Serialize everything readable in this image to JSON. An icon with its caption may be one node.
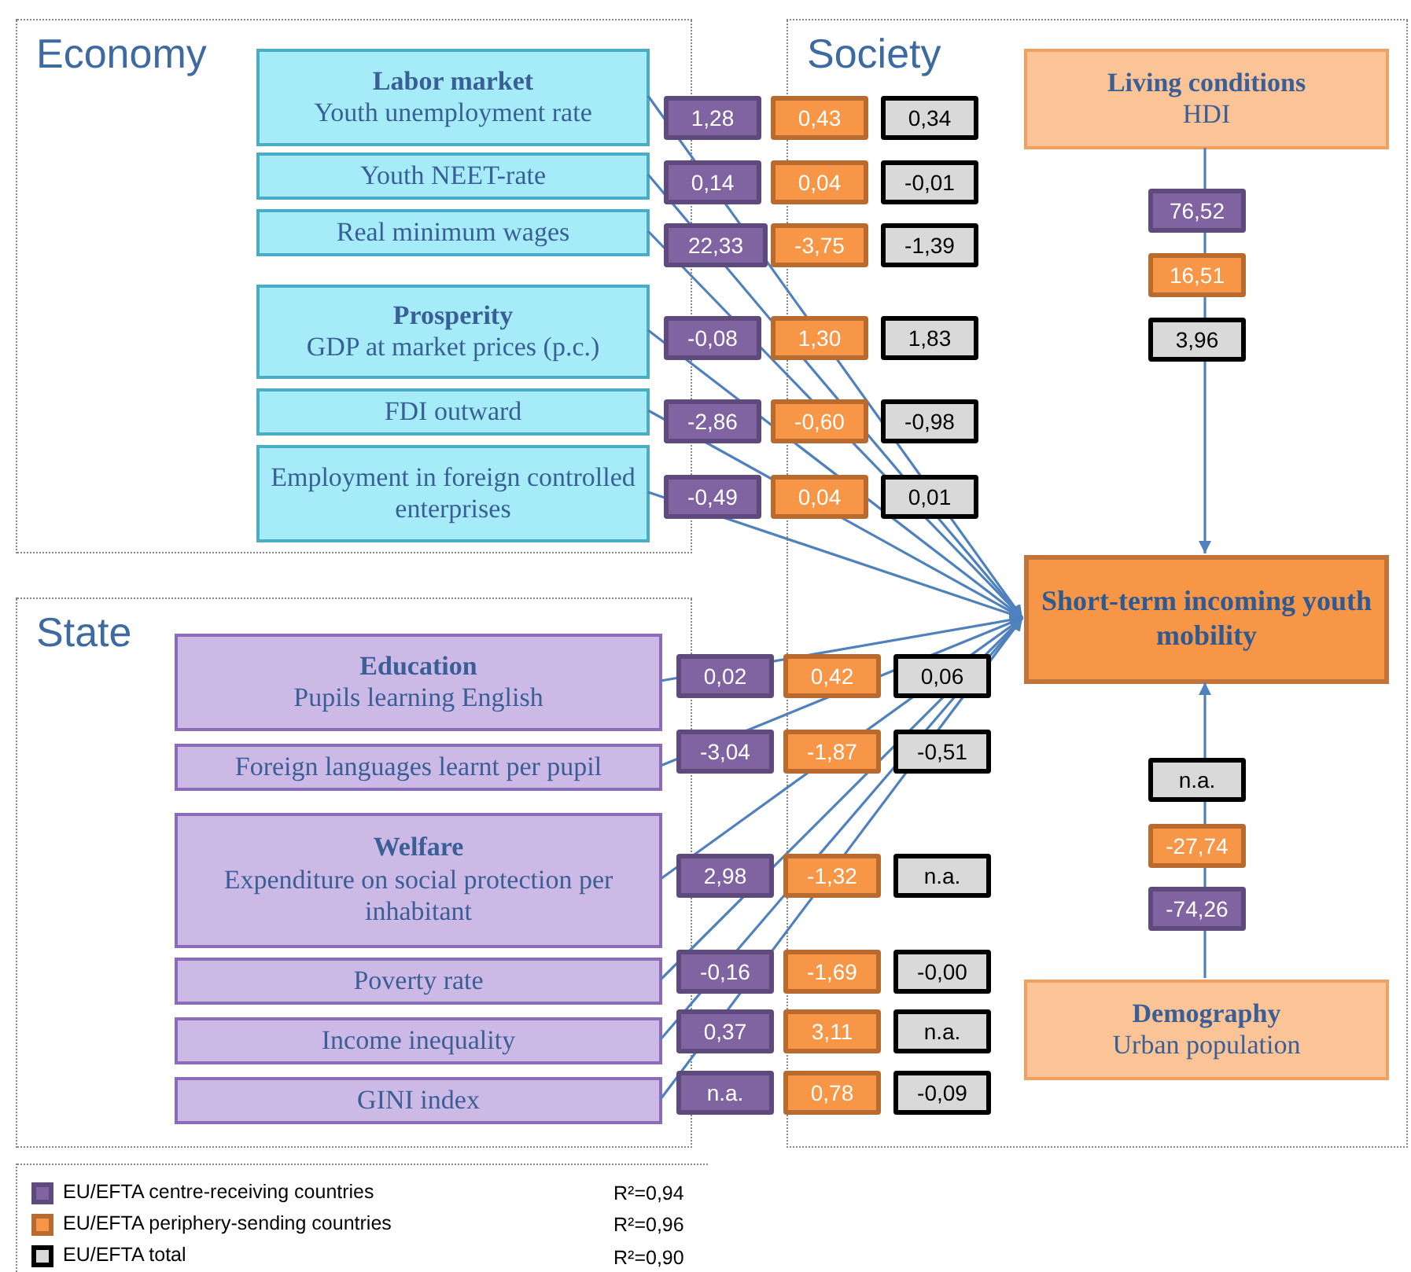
{
  "diagram": {
    "nodes": [
      {
        "text": [
          "Economy"
        ]
      },
      {
        "text": [
          "Society"
        ]
      },
      {
        "text": [
          "State"
        ]
      },
      {
        "text": [
          "Labor market",
          "Youth unemployment rate"
        ],
        "in": 0
      },
      {
        "text": [
          "Youth NEET-rate"
        ],
        "in": 0
      },
      {
        "text": [
          "Real minimum wages"
        ],
        "in": 0
      },
      {
        "text": [
          "Prosperity",
          "GDP at market prices (p.c.)"
        ],
        "in": 0
      },
      {
        "text": [
          "FDI outward"
        ],
        "in": 0
      },
      {
        "text": [
          "Employment in foreign controlled enterprises"
        ],
        "in": 0
      },
      {
        "text": [
          "Education",
          "Pupils learning English"
        ],
        "in": 2
      },
      {
        "text": [
          "Foreign languages learnt per pupil"
        ],
        "in": 2
      },
      {
        "text": [
          "Welfare",
          "Expenditure on social protection per inhabitant"
        ],
        "in": 2
      },
      {
        "text": [
          "Poverty rate"
        ],
        "in": 2
      },
      {
        "text": [
          "Income inequality"
        ],
        "in": 2
      },
      {
        "text": [
          "GINI index"
        ],
        "in": 2
      },
      {
        "text": [
          "Living conditions",
          "HDI"
        ],
        "in": 1
      },
      {
        "text": [
          "Short-term incoming youth mobility"
        ],
        "in": 1
      },
      {
        "text": [
          "Demography",
          "Urban population"
        ],
        "in": 1
      }
    ],
    "edges": [
      {
        "from": 3,
        "to": 16,
        "arrow": "to"
      },
      {
        "from": 4,
        "to": 16,
        "arrow": "to"
      },
      {
        "from": 5,
        "to": 16,
        "arrow": "to"
      },
      {
        "from": 6,
        "to": 16,
        "arrow": "to"
      },
      {
        "from": 7,
        "to": 16,
        "arrow": "to"
      },
      {
        "from": 8,
        "to": 16,
        "arrow": "to"
      },
      {
        "from": 9,
        "to": 16,
        "arrow": "to"
      },
      {
        "from": 10,
        "to": 16,
        "arrow": "to"
      },
      {
        "from": 11,
        "to": 16,
        "arrow": "to"
      },
      {
        "from": 12,
        "to": 16,
        "arrow": "to"
      },
      {
        "from": 13,
        "to": 16,
        "arrow": "to"
      },
      {
        "from": 14,
        "to": 16,
        "arrow": "to"
      },
      {
        "from": 15,
        "to": 16,
        "arrow": "to"
      },
      {
        "from": 17,
        "to": 16,
        "arrow": "to"
      }
    ],
    "labels": [
      "1,28",
      "0,43",
      "0,34",
      "0,14",
      "0,04",
      "-0,01",
      "22,33",
      "-3,75",
      "-1,39",
      "-0,08",
      "1,30",
      "1,83",
      "-2,86",
      "-0,60",
      "-0,98",
      "-0,49",
      "0,04",
      "0,01",
      "0,02",
      "0,42",
      "0,06",
      "-3,04",
      "-1,87",
      "-0,51",
      "2,98",
      "-1,32",
      "n.a.",
      "-0,16",
      "-1,69",
      "-0,00",
      "0,37",
      "3,11",
      "n.a.",
      "n.a.",
      "0,78",
      "-0,09",
      "76,52",
      "16,51",
      "3,96",
      "n.a.",
      "-27,74",
      "-74,26",
      "R²=0,94",
      "R²=0,96",
      "R²=0,90"
    ],
    "legend": [
      {
        "text": "EU/EFTA centre-receiving countries",
        "color": "#8064a2"
      },
      {
        "text": "EU/EFTA periphery-sending countries",
        "color": "#f79646"
      },
      {
        "text": "EU/EFTA total",
        "color": "#d9d9d9"
      }
    ]
  }
}
